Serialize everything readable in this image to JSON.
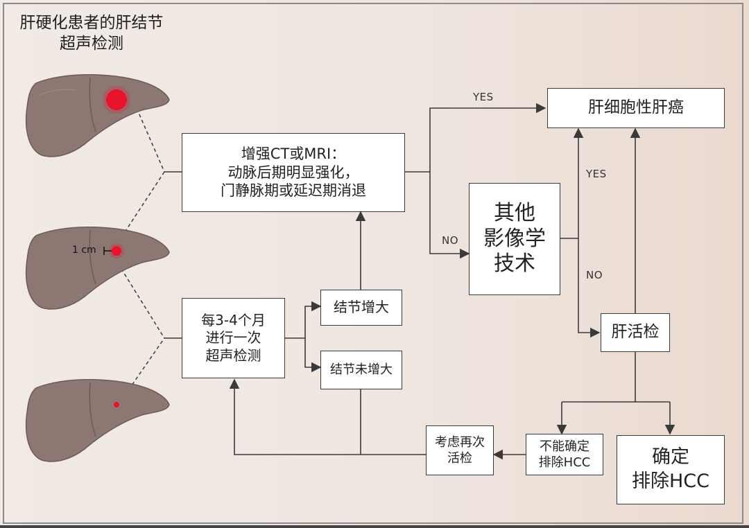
{
  "title": "肝硬化患者的肝结节\n超声检测",
  "size_label": "1 cm",
  "boxes": {
    "ct_mri": "增强CT或MRI：\n动脉后期明显强化，\n门静脉期或延迟期消退",
    "hcc": "肝细胞性肝癌",
    "other_imaging": "其他\n影像学\n技术",
    "ultrasound": "每3-4个月\n进行一次\n超声检测",
    "enlarged": "结节增大",
    "not_enlarged": "结节未增大",
    "biopsy": "肝活检",
    "rebiopsy": "考虑再次\n活检",
    "cannot_exclude": "不能确定\n排除HCC",
    "exclude": "确定\n排除HCC"
  },
  "edge_labels": {
    "yes_top": "YES",
    "no_left": "NO",
    "yes_right": "YES",
    "no_right": "NO"
  },
  "colors": {
    "liver": "#8d7773",
    "lesion": "#e8142a",
    "line": "#3a3a3a"
  }
}
